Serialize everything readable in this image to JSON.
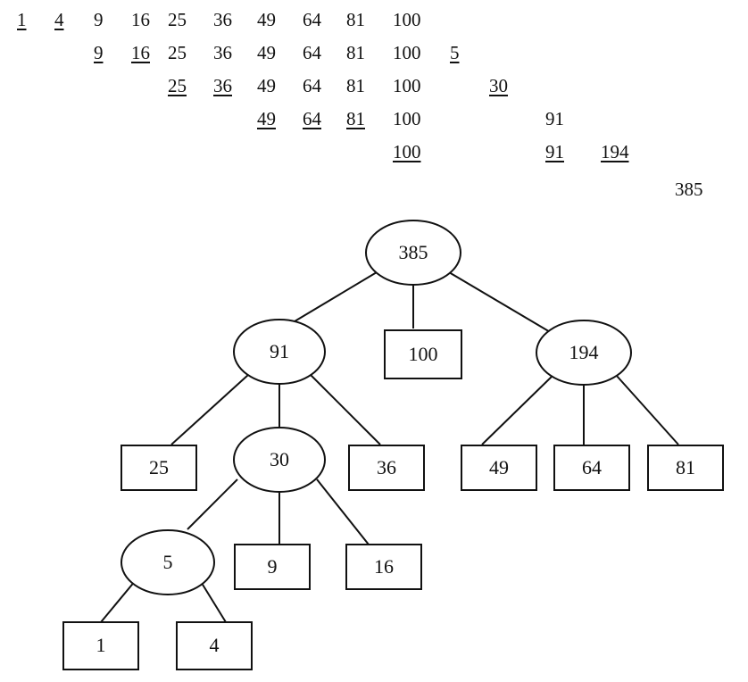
{
  "sequence_rows": [
    [
      "1",
      "4",
      "9",
      "16",
      "25",
      "36",
      "49",
      "64",
      "81",
      "100"
    ],
    [
      "9",
      "16",
      "25",
      "36",
      "49",
      "64",
      "81",
      "100",
      "5"
    ],
    [
      "25",
      "36",
      "49",
      "64",
      "81",
      "100",
      "30"
    ],
    [
      "49",
      "64",
      "81",
      "100",
      "91"
    ],
    [
      "100",
      "91",
      "194"
    ],
    [
      "385"
    ]
  ],
  "tree": {
    "root": "385",
    "n91": "91",
    "n100": "100",
    "n194": "194",
    "n25": "25",
    "n30": "30",
    "n36": "36",
    "n49": "49",
    "n64": "64",
    "n81": "81",
    "n5": "5",
    "n9": "9",
    "n16": "16",
    "n1": "1",
    "n4": "4"
  }
}
